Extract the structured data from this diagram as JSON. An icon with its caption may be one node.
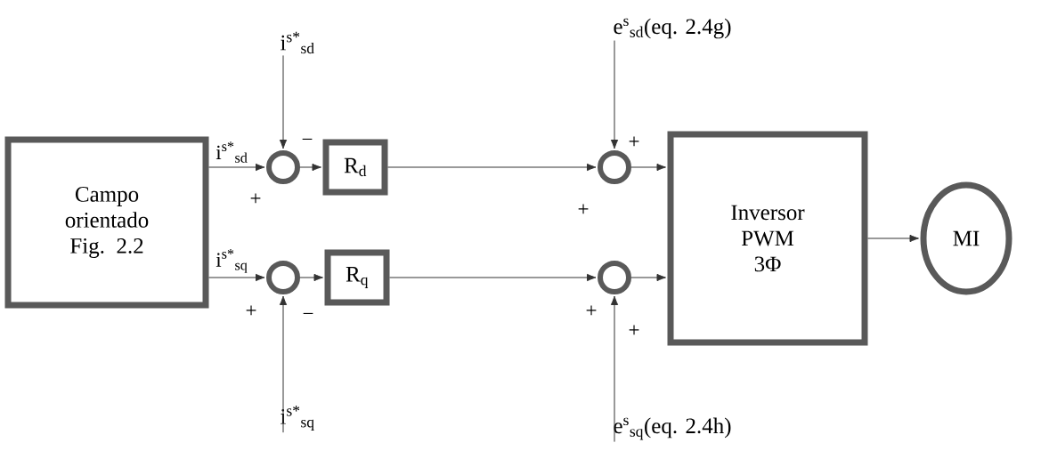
{
  "diagram": {
    "nodes": [
      {
        "text": [
          "Campo orientado Fig. 2.2"
        ]
      },
      {
        "text": [],
        "shape": "circle"
      },
      {
        "text": [],
        "shape": "circle"
      },
      {
        "text": [
          "R$_{d}$"
        ]
      },
      {
        "text": [
          "R$_{q}$"
        ]
      },
      {
        "text": [],
        "shape": "circle"
      },
      {
        "text": [],
        "shape": "circle"
      },
      {
        "text": [
          "Inversor PWM 3Φ"
        ]
      },
      {
        "text": [
          "MI"
        ]
      },
      {
        "text": [
          "i$^{s*}$$_{sd}$"
        ]
      },
      {
        "text": [
          "i$^{s*}$$_{sq}$"
        ]
      },
      {
        "text": [
          "e$^{s}$$_{sd}$(eq. 2.4g)"
        ]
      },
      {
        "text": [
          "e$^{s}$$_{sq}$(eq. 2.4h)"
        ]
      }
    ],
    "edges": [
      {
        "from": 0,
        "to": 1,
        "arrow": "to",
        "label": "i$^{s*}$$_{sd}$"
      },
      {
        "from": 0,
        "to": 2,
        "arrow": "to",
        "label": "i$^{s*}$$_{sq}$"
      },
      {
        "from": 9,
        "to": 1,
        "arrow": "to"
      },
      {
        "from": 10,
        "to": 2,
        "arrow": "to"
      },
      {
        "from": 1,
        "to": 3,
        "arrow": "to"
      },
      {
        "from": 2,
        "to": 4,
        "arrow": "to"
      },
      {
        "from": 3,
        "to": 5,
        "arrow": "to"
      },
      {
        "from": 4,
        "to": 6,
        "arrow": "to"
      },
      {
        "from": 11,
        "to": 5,
        "arrow": "to"
      },
      {
        "from": 12,
        "to": 6,
        "arrow": "to"
      },
      {
        "from": 5,
        "to": 7,
        "arrow": "to"
      },
      {
        "from": 6,
        "to": 7,
        "arrow": "to"
      },
      {
        "from": 7,
        "to": 8,
        "arrow": "to"
      }
    ],
    "labels": [
      "−",
      "+",
      "+",
      "+",
      "+",
      "−",
      "+",
      "+"
    ]
  }
}
